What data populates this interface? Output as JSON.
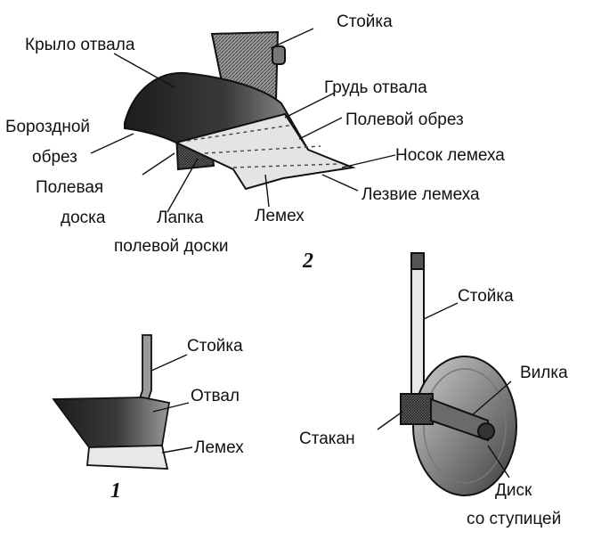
{
  "figure_2": {
    "number": "2",
    "labels": {
      "stoika": "Стойка",
      "krylo_otvala": "Крыло отвала",
      "grud_otvala": "Грудь отвала",
      "borozdnoy_1": "Бороздной",
      "borozdnoy_2": "обрез",
      "polevoy_obrez": "Полевой обрез",
      "nosok_lemekha": "Носок лемеха",
      "polevaya_1": "Полевая",
      "polevaya_2": "доска",
      "lezvie_lemekha": "Лезвие лемеха",
      "lapka_1": "Лапка",
      "lapka_2": "полевой доски",
      "lemekh": "Лемех"
    }
  },
  "figure_1": {
    "number": "1",
    "labels": {
      "stoika": "Стойка",
      "otval": "Отвал",
      "lemekh": "Лемех"
    }
  },
  "figure_3": {
    "labels": {
      "stoika": "Стойка",
      "vilka": "Вилка",
      "stakan": "Стакан",
      "disk_1": "Диск",
      "disk_2": "со ступицей"
    }
  }
}
